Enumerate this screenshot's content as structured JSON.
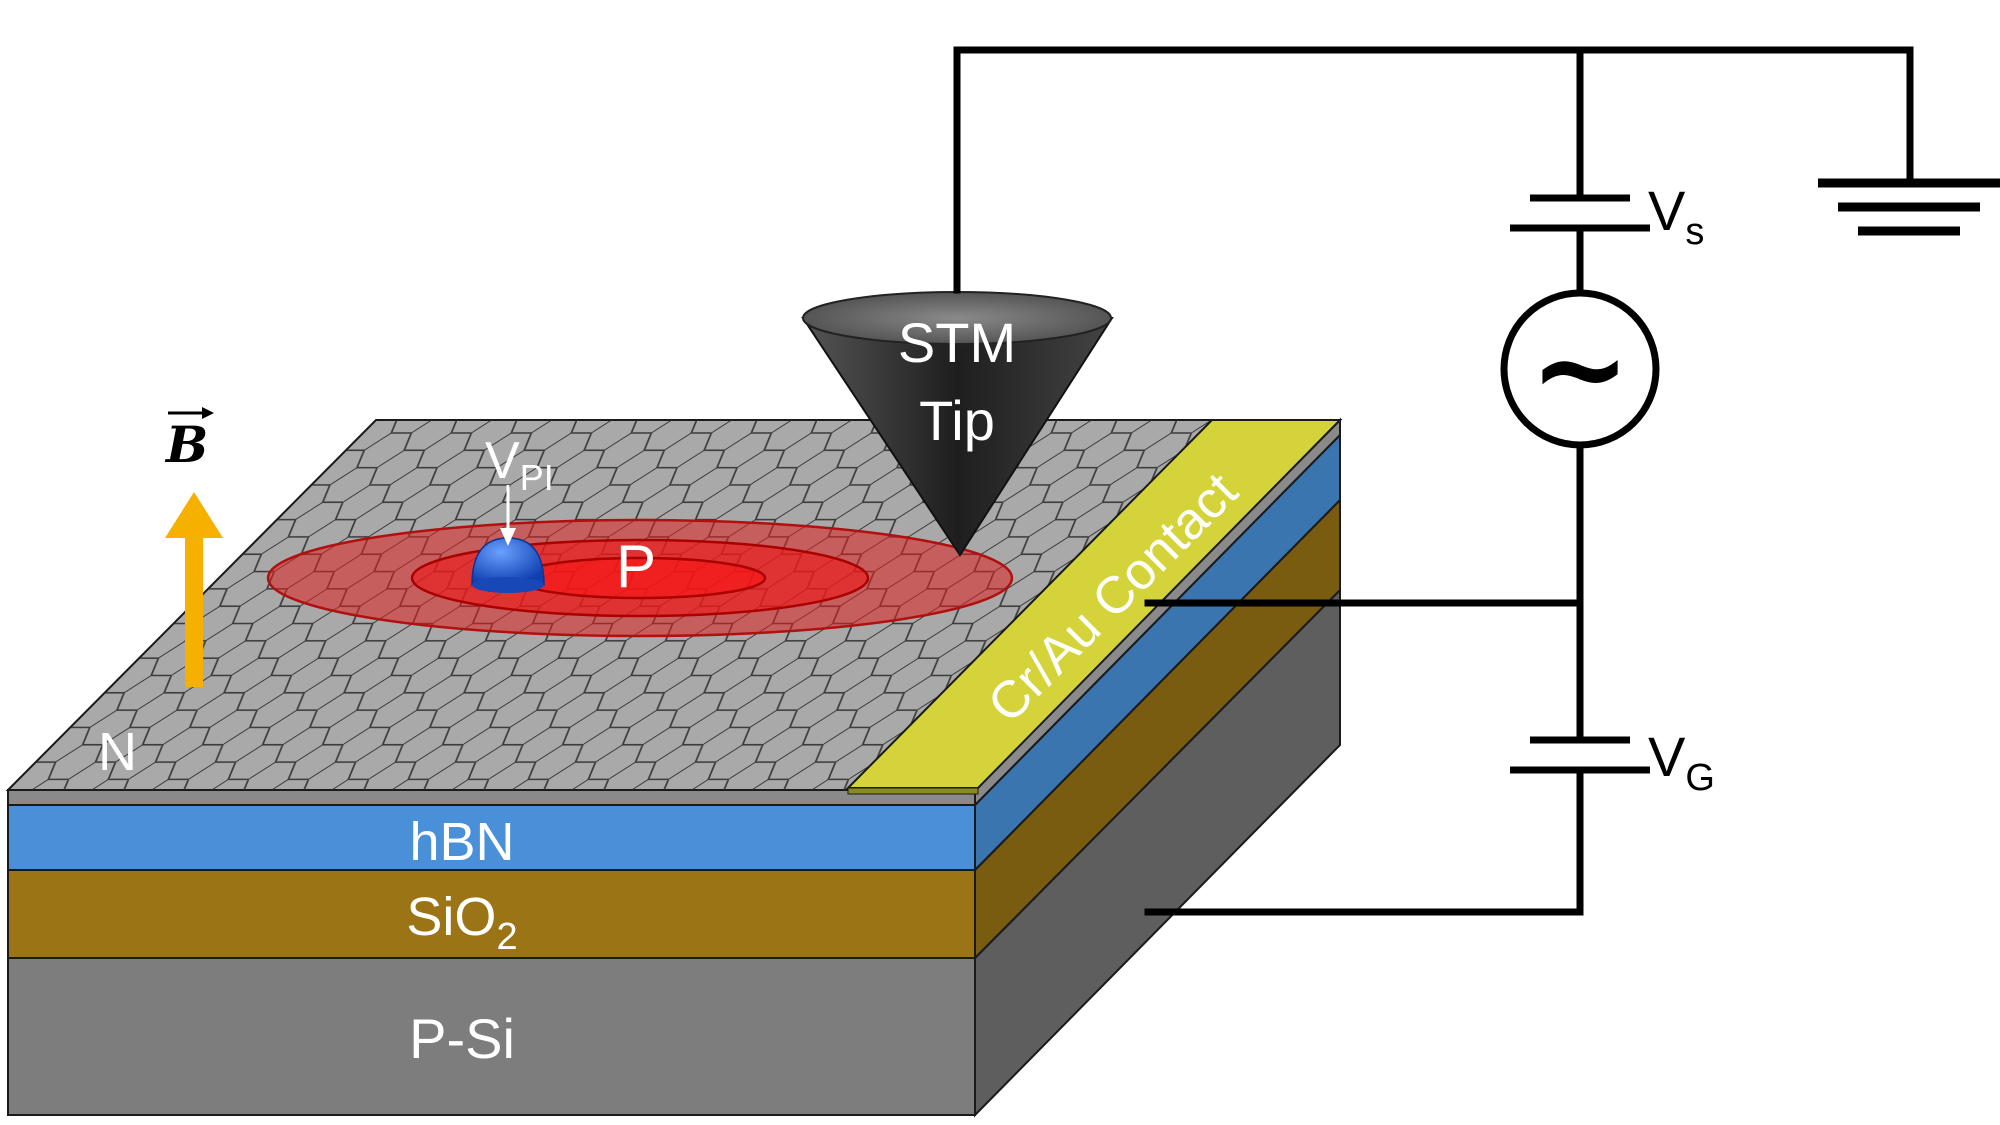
{
  "labels": {
    "b_field": "B",
    "n_region": "N",
    "p_region": "P",
    "vpi_main": "V",
    "vpi_sub": "PI",
    "stm_line1": "STM",
    "stm_line2": "Tip",
    "contact": "Cr/Au Contact",
    "hbn": "hBN",
    "sio2_main": "SiO",
    "sio2_sub": "2",
    "psi": "P-Si",
    "vs_main": "V",
    "vs_sub": "s",
    "vg_main": "V",
    "vg_sub": "G",
    "ac_symbol": "~"
  },
  "colors": {
    "graphene": "#a9a9a9",
    "hbn_front": "#4a90d9",
    "hbn_side": "#3a75b0",
    "sio2_front": "#9a7415",
    "sio2_side": "#7a5c10",
    "psi_front": "#7d7d7d",
    "psi_side": "#5e5e5e",
    "contact": "#d4d43a",
    "pn_ring": "#e02020",
    "dot": "#1f5fd0",
    "arrow": "#f5b000",
    "tip": "#2a2a2a",
    "wire": "#000000"
  },
  "icons": [
    "magnetic-field-arrow-icon",
    "stm-tip-icon",
    "ac-source-icon",
    "ground-icon",
    "battery-icon"
  ]
}
